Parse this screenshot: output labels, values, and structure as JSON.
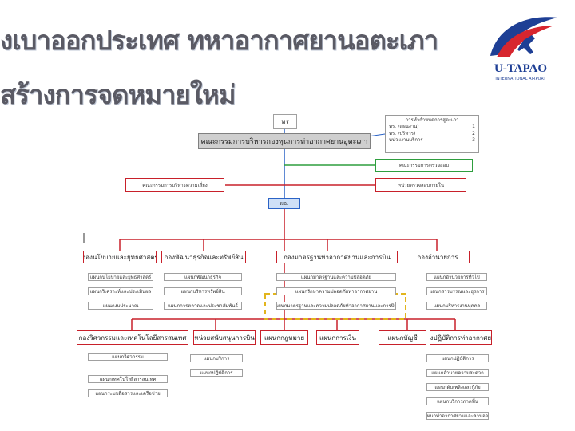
{
  "slide": {
    "title_line1": "งเบาออกประเทศ  ทหาอากาศยานอตะเภา",
    "title_line2": "สร้างการจดหมายใหม่",
    "logo": {
      "name": "U-TAPAO",
      "subtitle": "INTERNATIONAL AIRPORT"
    }
  },
  "org": {
    "top": "ทร",
    "committee": "คณะกรรมการบริหารกองทุนการท่าอากาศยานอู่ตะเภา",
    "panel": {
      "title": "การทำกำหนดการสูตะเภา",
      "rows": [
        {
          "label": "ทร. (แผนงาน)",
          "value": "1"
        },
        {
          "label": "ทร. (บริหาร)",
          "value": "2"
        },
        {
          "label": "หน่วยงานบริการ",
          "value": "3"
        }
      ]
    },
    "audit": "คณะกรรมการตรวจสอบ",
    "mgmt_left": "คณะกรรมการบริหารความเสี่ยง",
    "mgmt_right": "หน่วยตรวจสอบภายใน",
    "center": "ผอ.",
    "divisions": [
      {
        "label": "กองนโยบายและยุทธศาสตร์",
        "items": [
          "แผนกนโยบายและยุทธศาสตร์",
          "แผนกวิเคราะห์และประเมินผล",
          "แผนกงบประมาณ"
        ]
      },
      {
        "label": "กองพัฒนาธุรกิจและทรัพย์สิน",
        "items": [
          "แผนกพัฒนาธุรกิจ",
          "แผนกบริหารทรัพย์สิน",
          "แผนกการตลาดและประชาสัมพันธ์"
        ]
      },
      {
        "label": "กองมาตรฐานท่าอากาศยานและการบิน",
        "items": [
          "แผนกมาตรฐานและความปลอดภัย",
          "แผนกรักษาความปลอดภัยท่าอากาศยาน",
          "แผนกมาตรฐานและความปลอดภัยท่าอากาศยานและการบิน"
        ]
      },
      {
        "label": "กองอำนวยการ",
        "items": [
          "แผนกอำนวยการทั่วไป",
          "แผนกสารบรรณและธุรการ",
          "แผนกบริหารงานบุคคล"
        ]
      }
    ],
    "lower": [
      {
        "label": "กองวิศวกรรมและเทคโนโลยีสารสนเทศ",
        "items": [
          "แผนกวิศวกรรม",
          "แผนกเทคโนโลยีสารสนเทศ",
          "แผนกระบบสื่อสารและเครือข่าย"
        ]
      },
      {
        "label": "หน่วยสนับสนุนการบิน",
        "items": [
          "แผนกบริการ",
          "แผนกปฏิบัติการ"
        ]
      },
      {
        "label": "แผนกกฎหมาย",
        "items": []
      },
      {
        "label": "แผนกการเงิน",
        "items": []
      },
      {
        "label": "แผนกบัญชี",
        "items": []
      },
      {
        "label": "กองปฏิบัติการท่าอากาศยาน",
        "items": [
          "แผนกปฏิบัติการ",
          "แผนกอำนวยความสะดวก",
          "แผนกดับเพลิงและกู้ภัย",
          "แผนกบริการภาคพื้น",
          "แผนกท่าอากาศยานและลานจอด"
        ]
      }
    ]
  }
}
